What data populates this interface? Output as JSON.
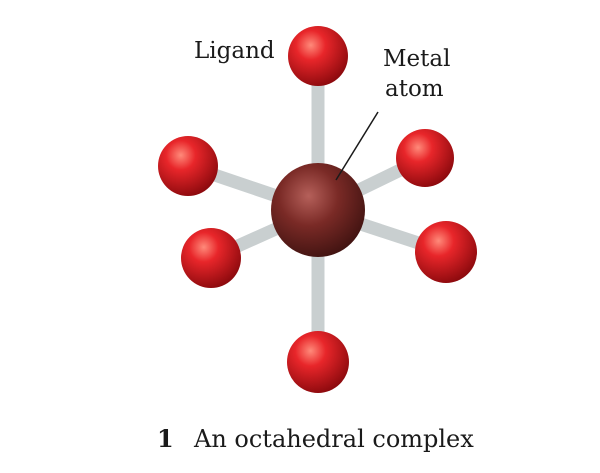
{
  "labels": {
    "ligand": "Ligand",
    "metal_line1": "Metal",
    "metal_line2": "atom"
  },
  "caption": {
    "number": "1",
    "text": "An octahedral complex"
  },
  "colors": {
    "ligand": "#d8161b",
    "metal": "#7a2a26",
    "bond": "#c9cfd0",
    "leader_line": "#1a1a1a"
  }
}
